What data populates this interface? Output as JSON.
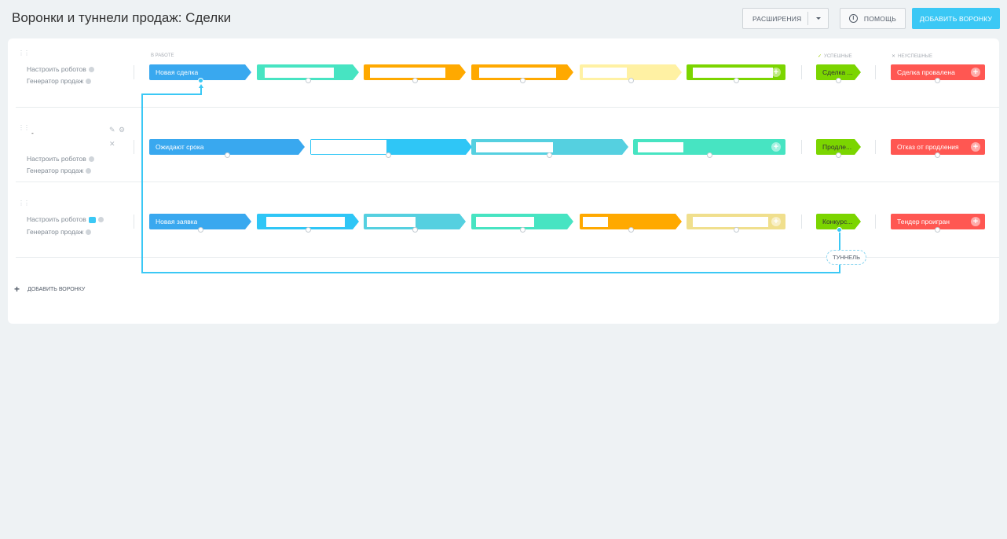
{
  "header": {
    "title": "Воронки и туннели продаж: Сделки",
    "extensions_label": "РАСШИРЕНИЯ",
    "help_label": "ПОМОЩЬ",
    "add_funnel_label": "ДОБАВИТЬ ВОРОНКУ"
  },
  "columns": {
    "in_work": "В РАБОТЕ",
    "success": "УСПЕШНЫЕ",
    "fail": "НЕУСПЕШНЫЕ"
  },
  "funnels": [
    {
      "robots_label": "Настроить роботов",
      "generator_label": "Генератор продаж",
      "name": "",
      "stages": [
        {
          "label": "Новая сделка",
          "color": "#39a8ef"
        },
        {
          "label": "",
          "color": "#47e4c2"
        },
        {
          "label": "",
          "color": "#ffa900"
        },
        {
          "label": "",
          "color": "#ffa900"
        },
        {
          "label": "",
          "color": "#fff1a3"
        },
        {
          "label": "",
          "color": "#7bd500"
        }
      ],
      "success": {
        "label": "Сделка ...",
        "color": "#7bd500"
      },
      "fail": {
        "label": "Сделка провалена",
        "color": "#ff5752"
      }
    },
    {
      "robots_label": "Настроить роботов",
      "generator_label": "Генератор продаж",
      "name": "-",
      "stages": [
        {
          "label": "Ожидают срока",
          "color": "#39a8ef"
        },
        {
          "label": "",
          "color": "#2fc6f6"
        },
        {
          "label": "",
          "color": "#55d0e0"
        },
        {
          "label": "",
          "color": "#47e4c2"
        }
      ],
      "success": {
        "label": "Продле...",
        "color": "#7bd500"
      },
      "fail": {
        "label": "Отказ от продления",
        "color": "#ff5752"
      }
    },
    {
      "robots_label": "Настроить роботов",
      "generator_label": "Генератор продаж",
      "name": "",
      "stages": [
        {
          "label": "Новая заявка",
          "color": "#39a8ef"
        },
        {
          "label": "",
          "color": "#2fc6f6"
        },
        {
          "label": "",
          "color": "#55d0e0"
        },
        {
          "label": "",
          "color": "#47e4c2"
        },
        {
          "label": "",
          "color": "#ffa900"
        },
        {
          "label": "",
          "color": "#fff1a3"
        }
      ],
      "success": {
        "label": "Конкурс...",
        "color": "#7bd500"
      },
      "fail": {
        "label": "Тендер проигран",
        "color": "#ff5752"
      }
    }
  ],
  "tunnel_label": "ТУННЕЛЬ",
  "footer": {
    "add_funnel_label": "ДОБАВИТЬ ВОРОНКУ"
  }
}
